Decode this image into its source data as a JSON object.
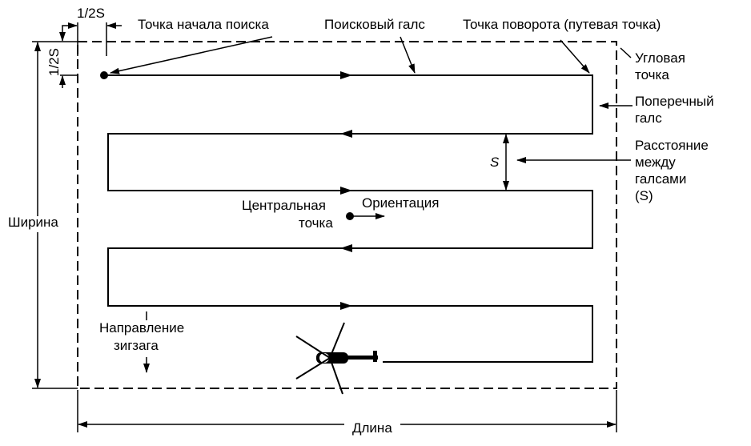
{
  "labels": {
    "half_s_top": "1/2S",
    "half_s_left": "1/2S",
    "start_point": "Точка начала поиска",
    "search_leg": "Поисковый галс",
    "turn_point": "Точка поворота (путевая точка)",
    "corner_point_1": "Угловая",
    "corner_point_2": "точка",
    "cross_leg_1": "Поперечный",
    "cross_leg_2": "галс",
    "spacing_1": "Расстояние",
    "spacing_2": "между",
    "spacing_3": "галсами",
    "spacing_4": "(S)",
    "s_label": "S",
    "width": "Ширина",
    "center_1": "Центральная",
    "center_2": "точка",
    "orientation": "Ориентация",
    "zigzag_1": "Направление",
    "zigzag_2": "зигзага",
    "length": "Длина"
  }
}
